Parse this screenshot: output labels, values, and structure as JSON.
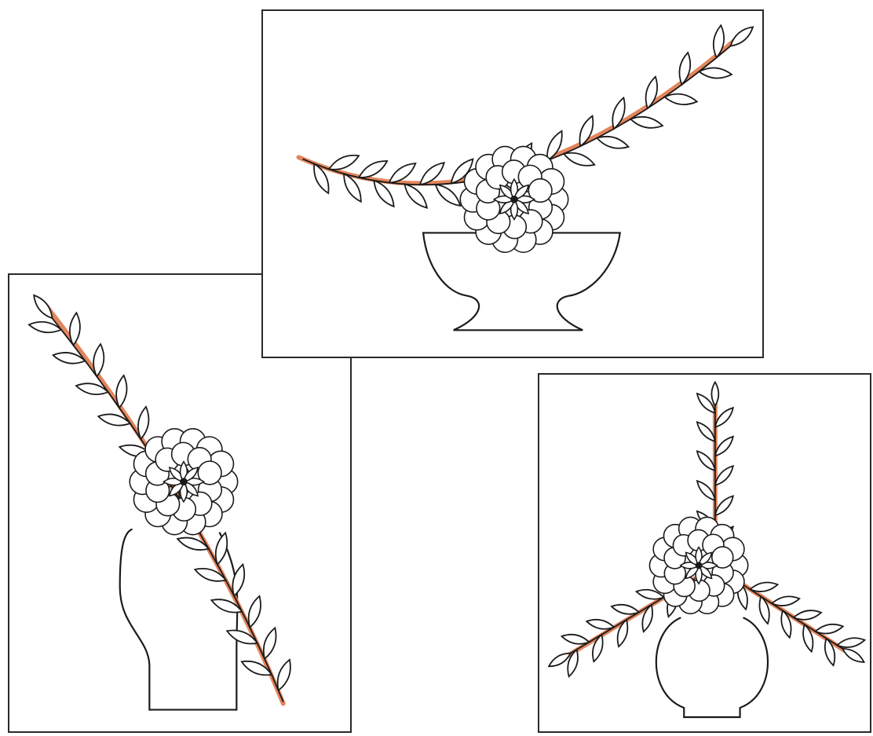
{
  "illustrations": [
    {
      "id": "top",
      "subject": "crescent-arrangement-in-footed-bowl"
    },
    {
      "id": "left",
      "subject": "diagonal-arrangement-in-tall-vase"
    },
    {
      "id": "right",
      "subject": "triangular-arrangement-in-round-vase"
    }
  ],
  "colors": {
    "outline": "#1a1a1a",
    "guide_line": "#e0784a",
    "frame": "#2a2a2a",
    "background": "#ffffff"
  }
}
